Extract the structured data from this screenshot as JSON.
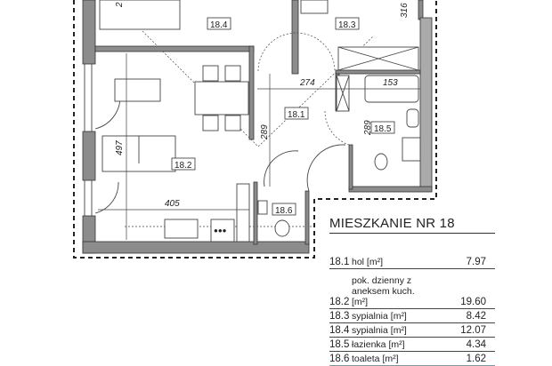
{
  "plan": {
    "rooms": [
      {
        "id": "18.1"
      },
      {
        "id": "18.2"
      },
      {
        "id": "18.3"
      },
      {
        "id": "18.4"
      },
      {
        "id": "18.5"
      },
      {
        "id": "18.6"
      }
    ],
    "dimensions": [
      "274",
      "153",
      "289",
      "289",
      "497",
      "405",
      "316",
      "2"
    ]
  },
  "legend": {
    "title": "MIESZKANIE NR  18",
    "rows": [
      {
        "no": "18.1",
        "name": "hol [m²]",
        "area": "7.97"
      },
      {
        "no": "18.2",
        "name": "pok. dzienny z aneksem kuch. [m²]",
        "area": "19.60"
      },
      {
        "no": "18.3",
        "name": "sypialnia [m²]",
        "area": "8.42"
      },
      {
        "no": "18.4",
        "name": "sypialnia [m²]",
        "area": "12.07"
      },
      {
        "no": "18.5",
        "name": "łazienka [m²]",
        "area": "4.34"
      },
      {
        "no": "18.6",
        "name": "toaleta [m²]",
        "area": "1.62"
      }
    ]
  }
}
